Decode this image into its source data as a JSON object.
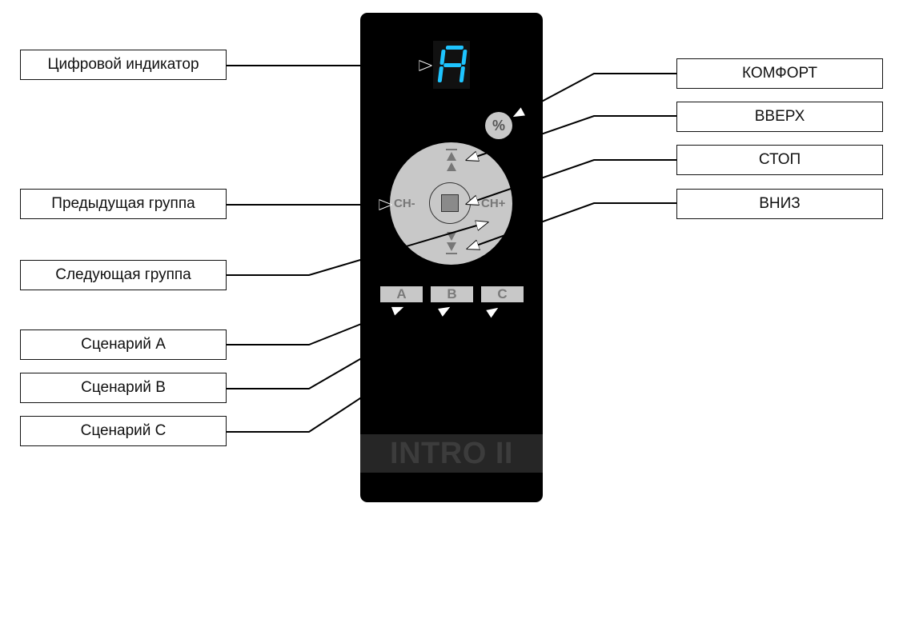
{
  "device": {
    "display_char": "A",
    "display_color": "#1ec4ff",
    "comfort_symbol": "%",
    "ch_minus": "CH-",
    "ch_plus": "CH+",
    "scene_buttons": [
      "A",
      "B",
      "C"
    ],
    "brand": "INTRO II",
    "up_icon": "up-arrow-icon",
    "down_icon": "down-arrow-icon",
    "stop_icon": "stop-square-icon"
  },
  "callouts": {
    "digital_indicator": "Цифровой индикатор",
    "previous_group": "Предыдущая группа",
    "next_group": "Следующая группа",
    "scene_a": "Сценарий A",
    "scene_b": "Сценарий B",
    "scene_c": "Сценарий C",
    "comfort": "КОМФОРТ",
    "up": "ВВЕРХ",
    "stop": "СТОП",
    "down": "ВНИЗ"
  }
}
